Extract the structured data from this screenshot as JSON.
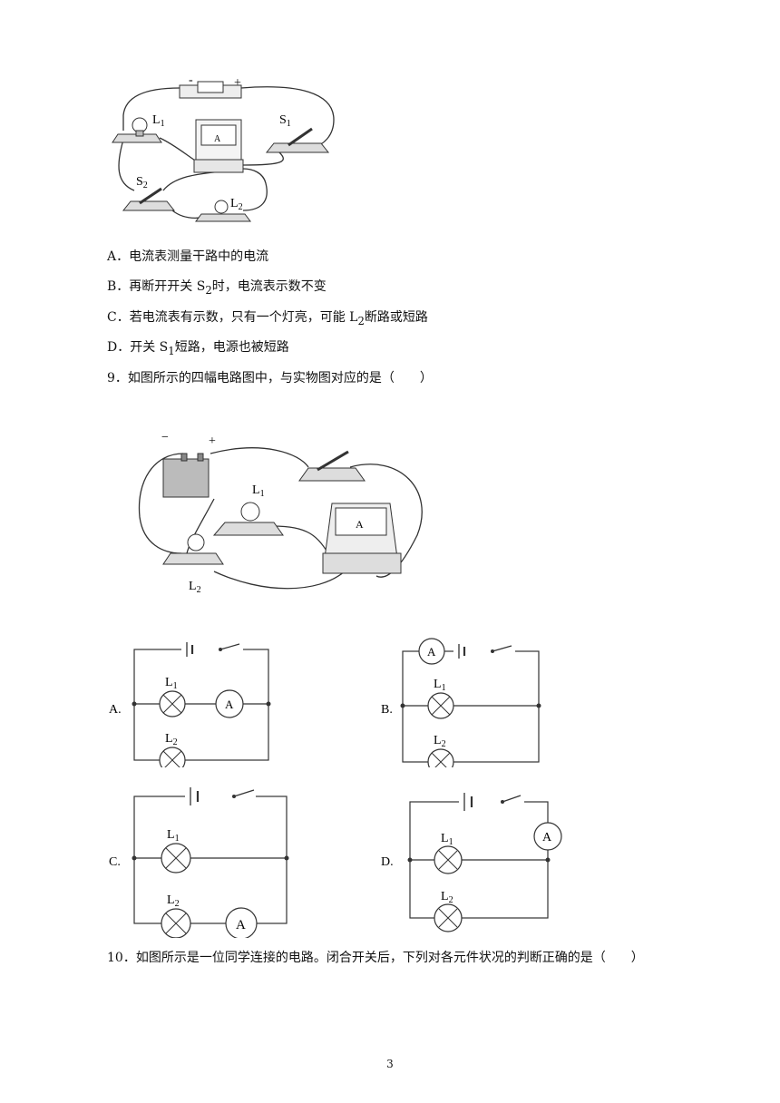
{
  "q8": {
    "labels": {
      "L1": "L",
      "L1_sub": "1",
      "S1": "S",
      "S1_sub": "1",
      "S2": "S",
      "S2_sub": "2",
      "L2": "L",
      "L2_sub": "2",
      "minus": "-",
      "plus": "+",
      "meter": "A"
    },
    "options": [
      {
        "letter": "A．",
        "text": "电流表测量干路中的电流"
      },
      {
        "letter": "B．",
        "pre": "再断开开关 S",
        "sub": "2",
        "post": "时，电流表示数不变"
      },
      {
        "letter": "C．",
        "pre": "若电流表有示数，只有一个灯亮，可能 L",
        "sub": "2",
        "post": "断路或短路"
      },
      {
        "letter": "D．",
        "pre": "开关 S",
        "sub": "1",
        "post": "短路，电源也被短路"
      }
    ]
  },
  "q9": {
    "stem": "9．如图所示的四幅电路图中，与实物图对应的是（　　）",
    "photo_labels": {
      "minus": "−",
      "plus": "+",
      "L1": "L",
      "L1_sub": "1",
      "L2": "L",
      "L2_sub": "2",
      "meter": "A"
    },
    "choices": [
      {
        "letter": "A.",
        "meter": "A",
        "L1": "L",
        "L1_sub": "1",
        "L2": "L",
        "L2_sub": "2"
      },
      {
        "letter": "B.",
        "meter": "A",
        "L1": "L",
        "L1_sub": "1",
        "L2": "L",
        "L2_sub": "2"
      },
      {
        "letter": "C.",
        "meter": "A",
        "L1": "L",
        "L1_sub": "1",
        "L2": "L",
        "L2_sub": "2"
      },
      {
        "letter": "D.",
        "meter": "A",
        "L1": "L",
        "L1_sub": "1",
        "L2": "L",
        "L2_sub": "2"
      }
    ]
  },
  "q10": {
    "stem": "10．如图所示是一位同学连接的电路。闭合开关后，下列对各元件状况的判断正确的是（　　）"
  },
  "footer": {
    "page_number": "3"
  }
}
